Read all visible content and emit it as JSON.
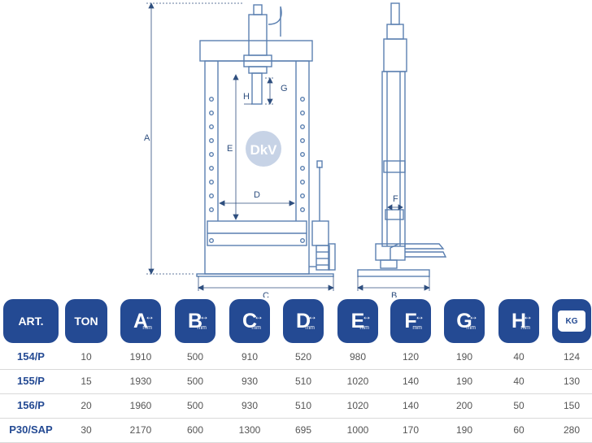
{
  "diagram": {
    "dimension_labels": {
      "A": "A",
      "B": "B",
      "C": "C",
      "D": "D",
      "E": "E",
      "F": "F",
      "G": "G",
      "H": "H"
    },
    "logo_text": "DkV",
    "colors": {
      "line": "#5a7fb0",
      "dark": "#2f4f7f",
      "accent": "#244a93"
    }
  },
  "table": {
    "headers": [
      {
        "key": "art",
        "label": "ART."
      },
      {
        "key": "ton",
        "label": "TON"
      },
      {
        "key": "a",
        "label": "A",
        "unit": "mm"
      },
      {
        "key": "b",
        "label": "B",
        "unit": "mm"
      },
      {
        "key": "c",
        "label": "C",
        "unit": "mm"
      },
      {
        "key": "d",
        "label": "D",
        "unit": "mm"
      },
      {
        "key": "e",
        "label": "E",
        "unit": "mm"
      },
      {
        "key": "f",
        "label": "F",
        "unit": "mm"
      },
      {
        "key": "g",
        "label": "G",
        "unit": "mm"
      },
      {
        "key": "h",
        "label": "H",
        "unit": "mm"
      },
      {
        "key": "kg",
        "label": "KG"
      }
    ],
    "rows": [
      [
        "154/P",
        "10",
        "1910",
        "500",
        "910",
        "520",
        "980",
        "120",
        "190",
        "40",
        "124"
      ],
      [
        "155/P",
        "15",
        "1930",
        "500",
        "930",
        "510",
        "1020",
        "140",
        "190",
        "40",
        "130"
      ],
      [
        "156/P",
        "20",
        "1960",
        "500",
        "930",
        "510",
        "1020",
        "140",
        "200",
        "50",
        "150"
      ],
      [
        "P30/SAP",
        "30",
        "2170",
        "600",
        "1300",
        "695",
        "1000",
        "170",
        "190",
        "60",
        "280"
      ]
    ]
  }
}
